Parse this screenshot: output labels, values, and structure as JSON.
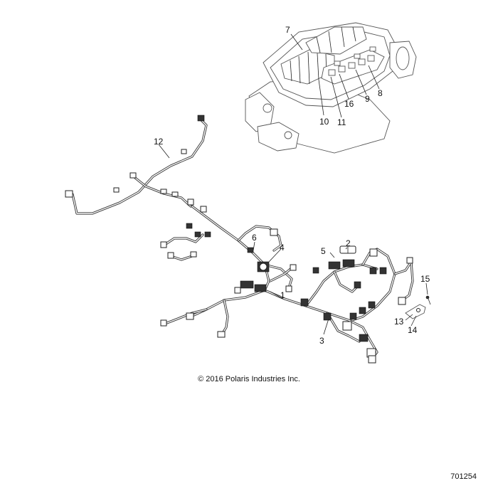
{
  "callouts": {
    "c1": "1",
    "c2": "2",
    "c3": "3",
    "c4": "4",
    "c5": "5",
    "c6": "6",
    "c7": "7",
    "c8": "8",
    "c9": "9",
    "c10": "10",
    "c11": "11",
    "c12": "12",
    "c13": "13",
    "c14": "14",
    "c15": "15",
    "c16": "16"
  },
  "copyright": "© 2016 Polaris Industries Inc.",
  "figure_number": "701254"
}
